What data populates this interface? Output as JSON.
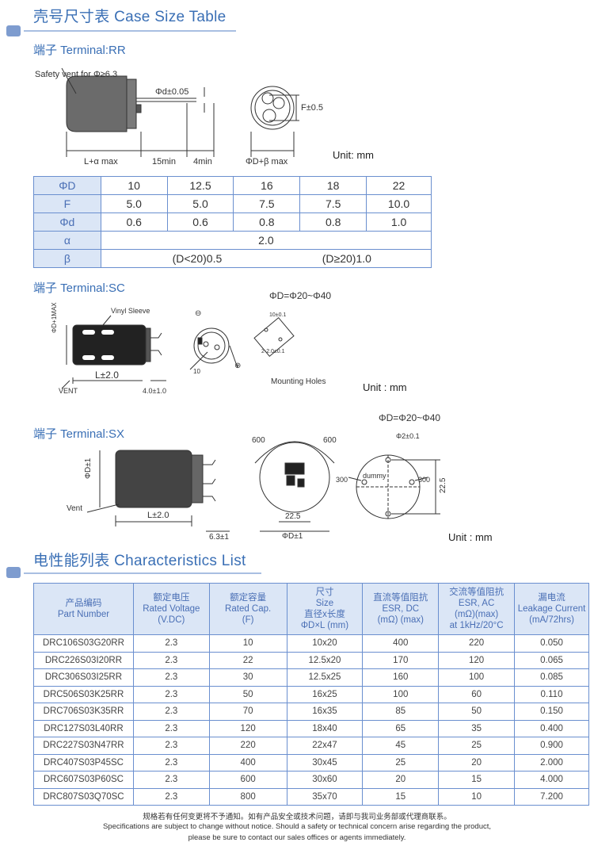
{
  "case_section": {
    "title": "壳号尺寸表 Case Size Table"
  },
  "rr": {
    "title": "端子 Terminal:RR",
    "safety_vent": "Safety vent for Φ≥6.3",
    "lead_dia": "Φd±0.05",
    "f_tol": "F±0.5",
    "len": "L+α max",
    "min15": "15min",
    "min4": "4min",
    "dia": "ΦD+β max",
    "unit": "Unit: mm"
  },
  "case_table": {
    "rows": [
      {
        "head": "ΦD",
        "cells": [
          "10",
          "12.5",
          "16",
          "18",
          "22"
        ]
      },
      {
        "head": "F",
        "cells": [
          "5.0",
          "5.0",
          "7.5",
          "7.5",
          "10.0"
        ]
      },
      {
        "head": "Φd",
        "cells": [
          "0.6",
          "0.6",
          "0.8",
          "0.8",
          "1.0"
        ]
      }
    ],
    "alpha": {
      "head": "α",
      "value": "2.0"
    },
    "beta": {
      "head": "β",
      "value_a": "(D<20)0.5",
      "value_b": "(D≥20)1.0"
    }
  },
  "sc": {
    "title": "端子 Terminal:SC",
    "range": "ΦD=Φ20~Φ40",
    "vinyl": "Vinyl Sleeve",
    "dmax": "ΦD+1MAX",
    "len": "L±2.0",
    "vent": "VENT",
    "lead": "4.0±1.0",
    "neg": "⊖",
    "pos": "⊕",
    "ten": "10",
    "hole_a": "10±0.1",
    "hole_b": "2-2.0±0.1",
    "mounting": "Mounting Holes",
    "unit": "Unit : mm"
  },
  "sx": {
    "title": "端子 Terminal:SX",
    "range": "ΦD=Φ20~Φ40",
    "dia": "ΦD±1",
    "len": "L±2.0",
    "lead": "6.3±1",
    "vent": "Vent",
    "a600l": "600",
    "a600r": "600",
    "d225": "22.5",
    "dia_b": "ΦD±1",
    "phi2": "Φ2±0.1",
    "dummy": "dummy",
    "a300l": "300",
    "a300r": "300",
    "v225": "22.5",
    "unit": "Unit : mm"
  },
  "char_section": {
    "title": "电性能列表 Characteristics List"
  },
  "char_table": {
    "headers": [
      [
        "产品编码",
        "Part Number"
      ],
      [
        "额定电压",
        "Rated Voltage",
        "(V.DC)"
      ],
      [
        "额定容量",
        "Rated Cap.",
        "(F)"
      ],
      [
        "尺寸",
        "Size",
        "直径x长度",
        "ΦD×L (mm)"
      ],
      [
        "直流等值阻抗",
        "ESR, DC",
        "(mΩ) (max)"
      ],
      [
        "交流等值阻抗",
        "ESR, AC",
        "(mΩ)(max)",
        "at 1kHz/20°C"
      ],
      [
        "漏电流",
        "Leakage Current",
        "(mA/72hrs)"
      ]
    ],
    "rows": [
      [
        "DRC106S03G20RR",
        "2.3",
        "10",
        "10x20",
        "400",
        "220",
        "0.050"
      ],
      [
        "DRC226S03I20RR",
        "2.3",
        "22",
        "12.5x20",
        "170",
        "120",
        "0.065"
      ],
      [
        "DRC306S03I25RR",
        "2.3",
        "30",
        "12.5x25",
        "160",
        "100",
        "0.085"
      ],
      [
        "DRC506S03K25RR",
        "2.3",
        "50",
        "16x25",
        "100",
        "60",
        "0.110"
      ],
      [
        "DRC706S03K35RR",
        "2.3",
        "70",
        "16x35",
        "85",
        "50",
        "0.150"
      ],
      [
        "DRC127S03L40RR",
        "2.3",
        "120",
        "18x40",
        "65",
        "35",
        "0.400"
      ],
      [
        "DRC227S03N47RR",
        "2.3",
        "220",
        "22x47",
        "45",
        "25",
        "0.900"
      ],
      [
        "DRC407S03P45SC",
        "2.3",
        "400",
        "30x45",
        "25",
        "20",
        "2.000"
      ],
      [
        "DRC607S03P60SC",
        "2.3",
        "600",
        "30x60",
        "20",
        "15",
        "4.000"
      ],
      [
        "DRC807S03Q70SC",
        "2.3",
        "800",
        "35x70",
        "15",
        "10",
        "7.200"
      ]
    ]
  },
  "footer": {
    "line1": "规格若有任何变更将不予通知。如有产品安全或技术问题，请即与我司业务部或代理商联系。",
    "line2": "Specifications are subject to change without notice. Should a safety or technical concern arise regarding the product,",
    "line3": "please be sure to contact our sales offices or agents immediately."
  }
}
